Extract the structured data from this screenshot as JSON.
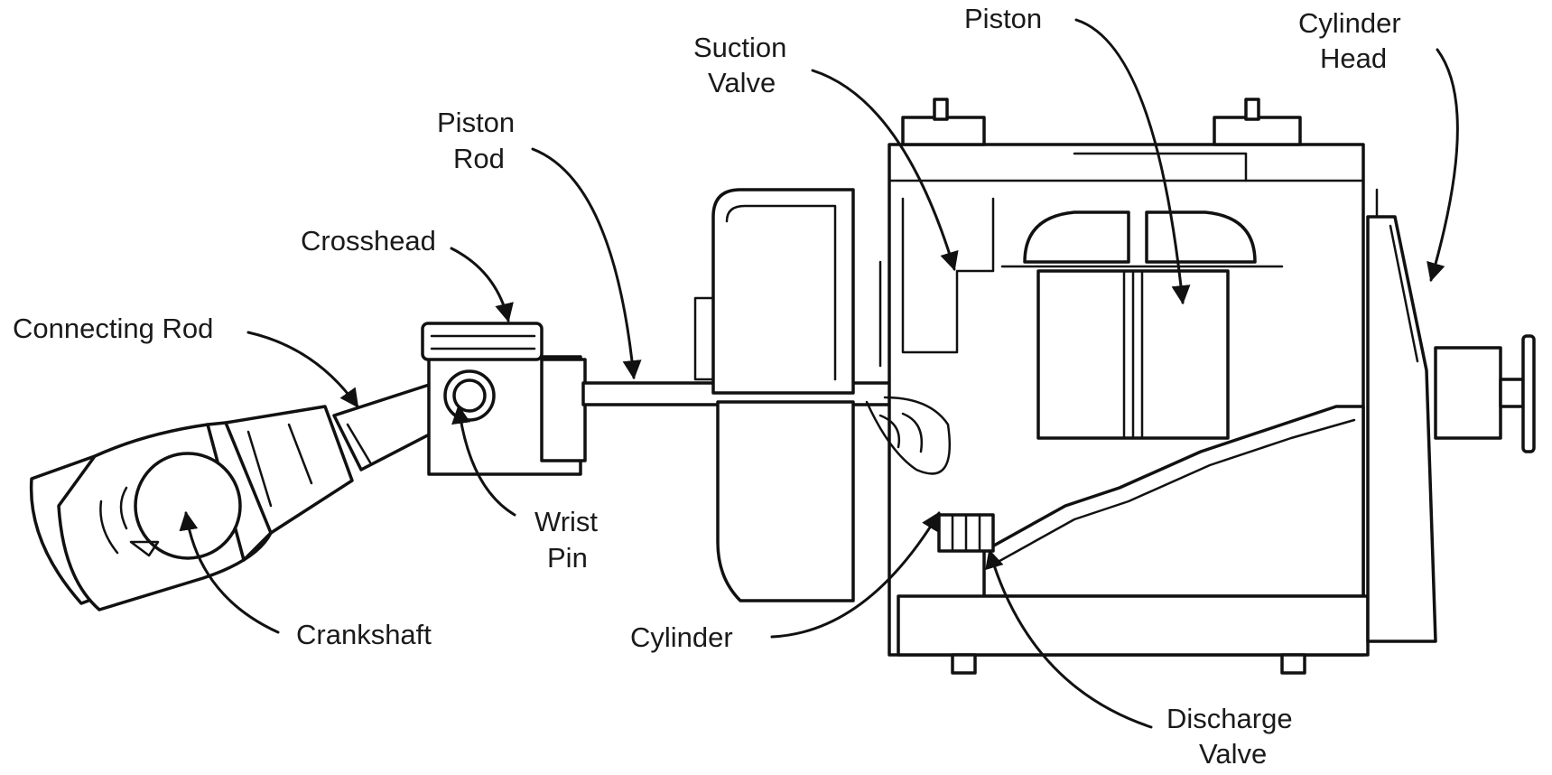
{
  "labels": {
    "piston": "Piston",
    "cylinder_head_1": "Cylinder",
    "cylinder_head_2": "Head",
    "suction_valve_1": "Suction",
    "suction_valve_2": "Valve",
    "piston_rod_1": "Piston",
    "piston_rod_2": "Rod",
    "crosshead": "Crosshead",
    "connecting_rod": "Connecting Rod",
    "wrist_pin_1": "Wrist",
    "wrist_pin_2": "Pin",
    "crankshaft": "Crankshaft",
    "cylinder": "Cylinder",
    "discharge_valve_1": "Discharge",
    "discharge_valve_2": "Valve"
  }
}
